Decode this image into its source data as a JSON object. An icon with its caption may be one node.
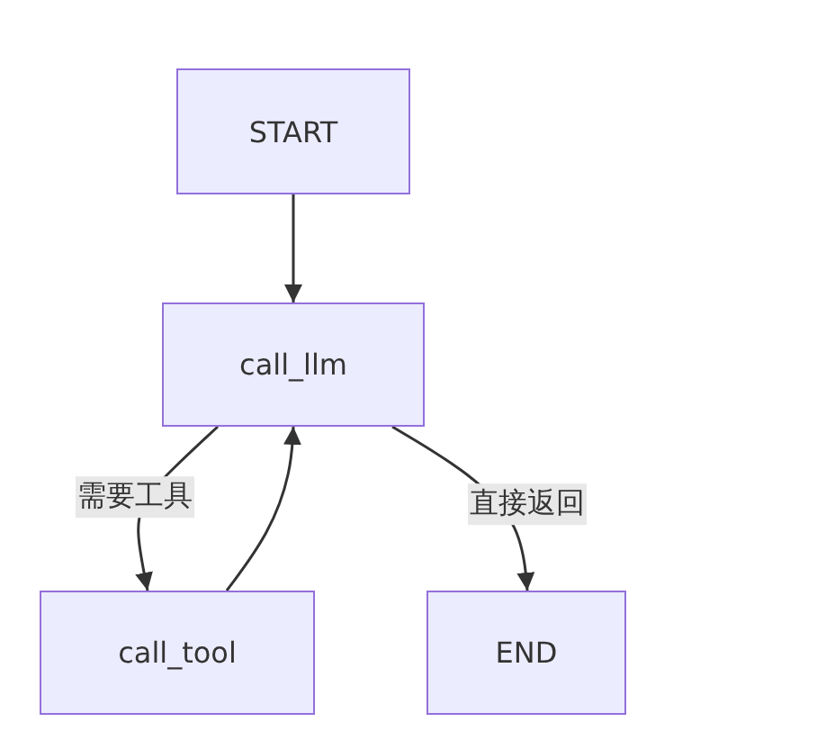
{
  "diagram": {
    "nodes": [
      {
        "text": [
          "START"
        ]
      },
      {
        "text": [
          "call_llm"
        ]
      },
      {
        "text": [
          "call_tool"
        ]
      },
      {
        "text": [
          "END"
        ]
      }
    ],
    "edges": [
      {
        "from": 0,
        "to": 1,
        "arrow": "to"
      },
      {
        "from": 1,
        "to": 2,
        "arrow": "to",
        "label": "需要工具"
      },
      {
        "from": 2,
        "to": 1,
        "arrow": "to"
      },
      {
        "from": 1,
        "to": 3,
        "arrow": "to",
        "label": "直接返回"
      }
    ]
  }
}
